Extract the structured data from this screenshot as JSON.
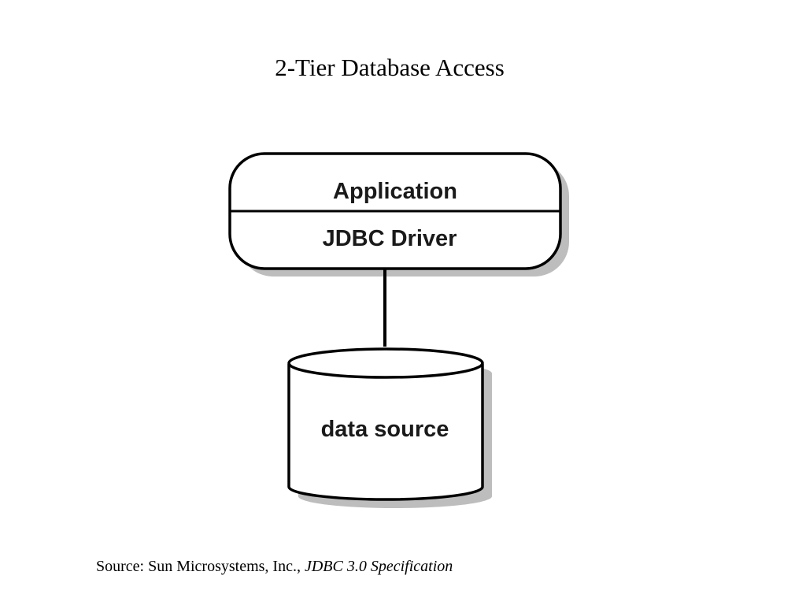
{
  "title": "2-Tier Database Access",
  "diagram": {
    "application_label": "Application",
    "driver_label": "JDBC Driver",
    "datasource_label": "data source",
    "shadow_color": "#bdbdbd",
    "stroke_color": "#000000"
  },
  "source": {
    "prefix": "Source: Sun Microsystems, Inc.,",
    "spec": "JDBC 3.0 Specification"
  }
}
